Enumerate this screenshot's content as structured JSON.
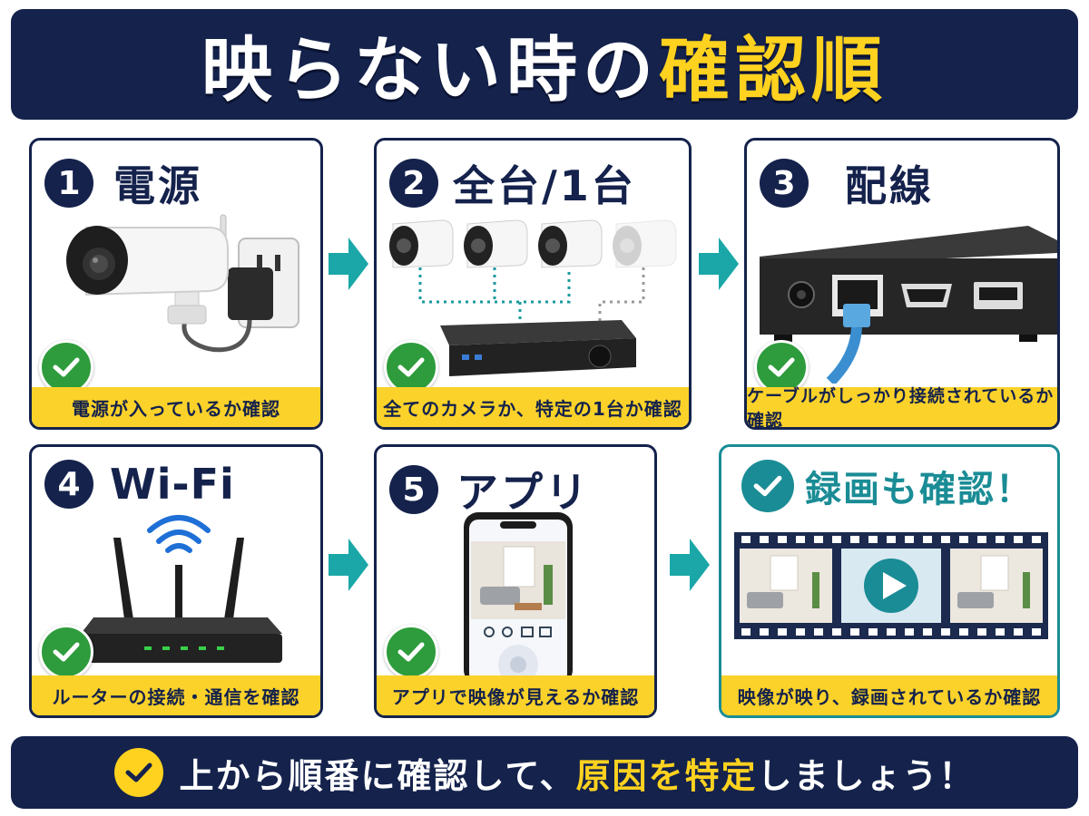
{
  "header": {
    "title_white": "映らない時の",
    "title_yellow": "確認順"
  },
  "steps": [
    {
      "number": "1",
      "title": "電源",
      "caption": "電源が入っているか確認"
    },
    {
      "number": "2",
      "title": "全台/1台",
      "caption": "全てのカメラか、特定の1台か確認"
    },
    {
      "number": "3",
      "title": "配線",
      "caption": "ケーブルがしっかり接続されているか確認"
    },
    {
      "number": "4",
      "title": "Wi-Fi",
      "caption": "ルーターの接続・通信を確認"
    },
    {
      "number": "5",
      "title": "アプリ",
      "caption": "アプリで映像が見えるか確認"
    }
  ],
  "record": {
    "title": "録画も確認！",
    "caption": "映像が映り、録画されているか確認"
  },
  "footer": {
    "text_1": "上から順番に確認して、",
    "text_highlight": "原因を特定",
    "text_2": "しましょう！"
  },
  "colors": {
    "navy": "#14224c",
    "yellow": "#ffd21f",
    "teal": "#1a8c95",
    "green": "#2e9c3c"
  }
}
